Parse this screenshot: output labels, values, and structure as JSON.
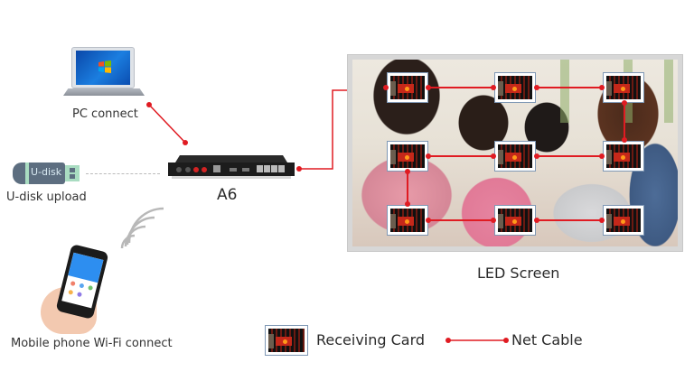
{
  "sources": {
    "pc": {
      "label": "PC connect",
      "icon": "laptop-icon"
    },
    "usb": {
      "label": "U-disk upload",
      "device_text": "U-disk",
      "icon": "usb-drive-icon"
    },
    "mobile": {
      "label": "Mobile phone Wi-Fi connect",
      "icon": "smartphone-wifi-icon"
    }
  },
  "controller": {
    "label": "A6",
    "icon": "controller-box-icon"
  },
  "screen": {
    "label": "LED Screen",
    "grid": {
      "rows": 3,
      "cols": 3
    },
    "cards": [
      {
        "row": 1,
        "col": 1
      },
      {
        "row": 1,
        "col": 2
      },
      {
        "row": 1,
        "col": 3
      },
      {
        "row": 2,
        "col": 1
      },
      {
        "row": 2,
        "col": 2
      },
      {
        "row": 2,
        "col": 3
      },
      {
        "row": 3,
        "col": 1
      },
      {
        "row": 3,
        "col": 2
      },
      {
        "row": 3,
        "col": 3
      }
    ],
    "cable_path": [
      "R1C1",
      "R1C2",
      "R1C3",
      "R2C3",
      "R2C2",
      "R2C1",
      "R3C1",
      "R3C2",
      "R3C3"
    ]
  },
  "legend": {
    "receiving_card": "Receiving Card",
    "net_cable": "Net Cable"
  },
  "colors": {
    "cable": "#e01b22",
    "card_border": "#7f98b5",
    "text": "#333333"
  }
}
